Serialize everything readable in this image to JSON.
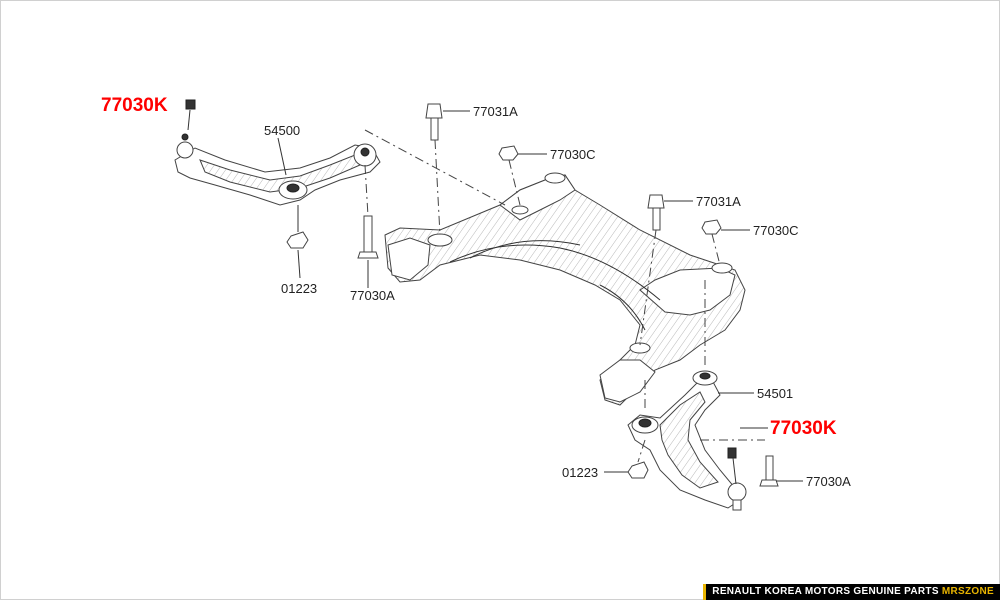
{
  "labels": {
    "hl_top": "77030K",
    "hl_right": "77030K",
    "p54500": "54500",
    "p54501": "54501",
    "p77031A_1": "77031A",
    "p77031A_2": "77031A",
    "p77030C_1": "77030C",
    "p77030C_2": "77030C",
    "p01223_1": "01223",
    "p01223_2": "01223",
    "p77030A_1": "77030A",
    "p77030A_2": "77030A"
  },
  "footer": {
    "text": "RENAULT KOREA MOTORS GENUINE PARTS ",
    "brand": "MRSZONE"
  },
  "colors": {
    "highlight": "#ff0000",
    "footer_accent": "#e8b400"
  }
}
